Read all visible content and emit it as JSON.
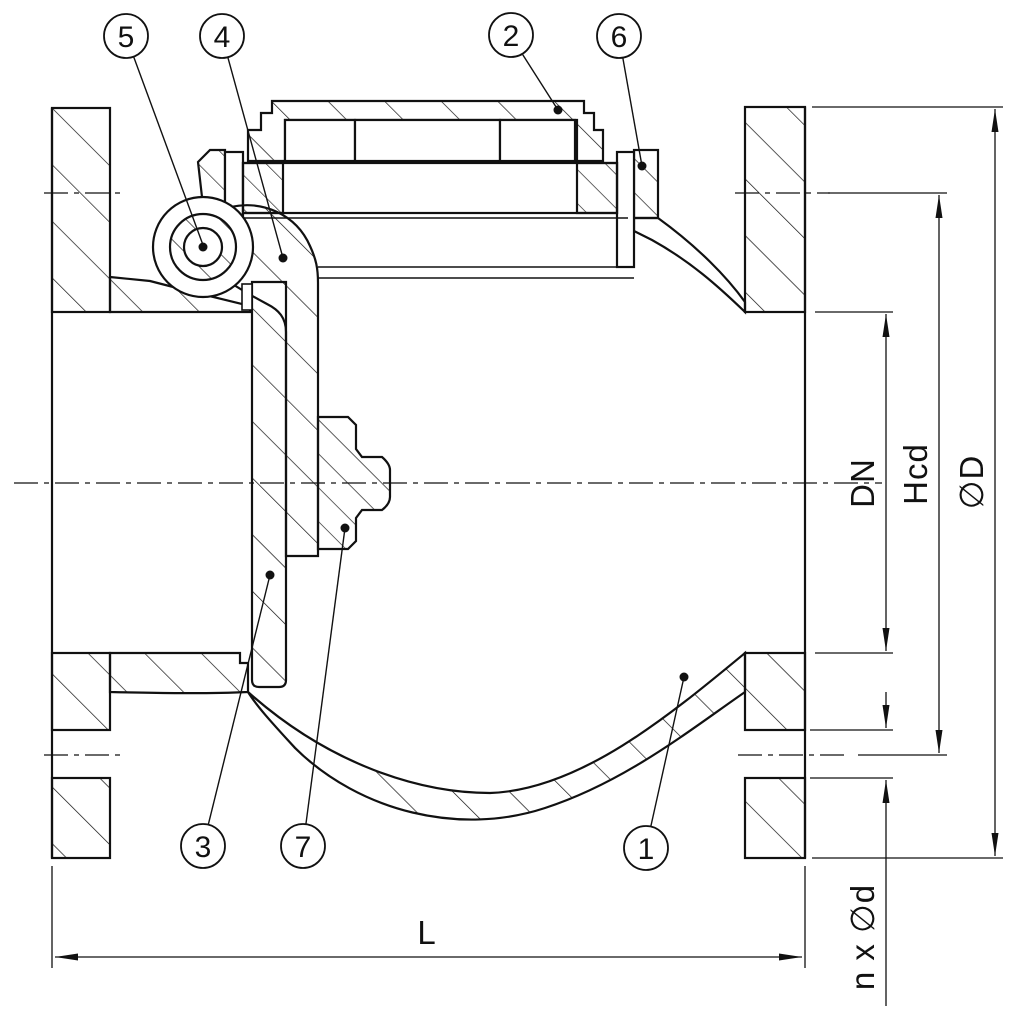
{
  "drawing": {
    "type": "valve-section-technical-drawing",
    "balloons": {
      "b1": "1",
      "b2": "2",
      "b3": "3",
      "b4": "4",
      "b5": "5",
      "b6": "6",
      "b7": "7"
    },
    "dimensions": {
      "bore": "DN",
      "bolt_circle": "Hcd",
      "outer_diameter": "∅D",
      "face_to_face": "L",
      "bolt_holes": "n x ∅d"
    },
    "colors": {
      "line": "#111111",
      "background": "#ffffff"
    }
  }
}
